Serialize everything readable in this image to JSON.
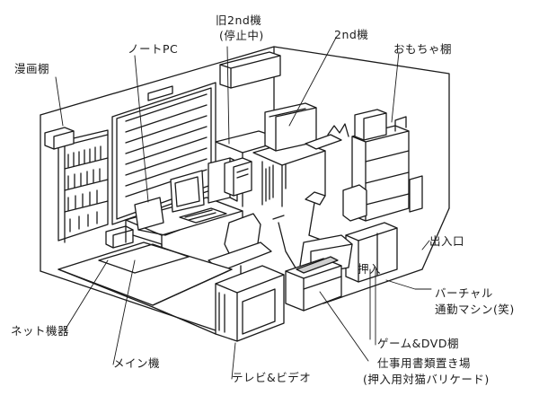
{
  "labels": {
    "manga_shelf": "漫画棚",
    "note_pc": "ノートPC",
    "old_2nd_line1": "旧2nd機",
    "old_2nd_line2": "(停止中)",
    "second_machine": "2nd機",
    "toy_shelf": "おもちゃ棚",
    "entrance": "出入口",
    "closet": "押入",
    "virtual_commute_line1": "バーチャル",
    "virtual_commute_line2": "通勤マシン(笑)",
    "network_equipment": "ネット機器",
    "game_dvd_shelf": "ゲーム&DVD棚",
    "work_docs_line1": "仕事用書類置き場",
    "work_docs_line2": "(押入用対猫バリケード)",
    "main_machine": "メイン機",
    "tv_video": "テレビ&ビデオ"
  },
  "colors": {
    "line": "#1a1a1a",
    "shade": "#cfcfcf",
    "background": "#ffffff"
  }
}
